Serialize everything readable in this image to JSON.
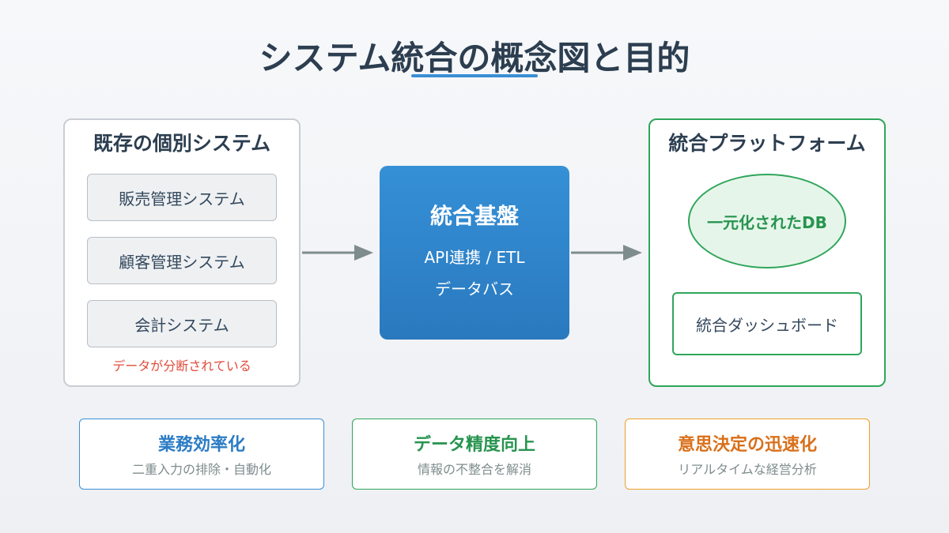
{
  "title": "システム統合の概念図と目的",
  "colors": {
    "accent_blue": "#3a8fd4",
    "accent_green": "#2fa65a",
    "accent_orange": "#f0a02a",
    "warning_red": "#e04c3c",
    "text_dark": "#2c3e50"
  },
  "left_panel": {
    "title": "既存の個別システム",
    "systems": [
      "販売管理システム",
      "顧客管理システム",
      "会計システム"
    ],
    "note": "データが分断されている"
  },
  "hub": {
    "title": "統合基盤",
    "line1": "API連携 / ETL",
    "line2": "データバス"
  },
  "right_panel": {
    "title": "統合プラットフォーム",
    "database": "一元化されたDB",
    "dashboard": "統合ダッシュボード"
  },
  "benefits": [
    {
      "title": "業務効率化",
      "subtitle": "二重入力の排除・自動化"
    },
    {
      "title": "データ精度向上",
      "subtitle": "情報の不整合を解消"
    },
    {
      "title": "意思決定の迅速化",
      "subtitle": "リアルタイムな経営分析"
    }
  ]
}
